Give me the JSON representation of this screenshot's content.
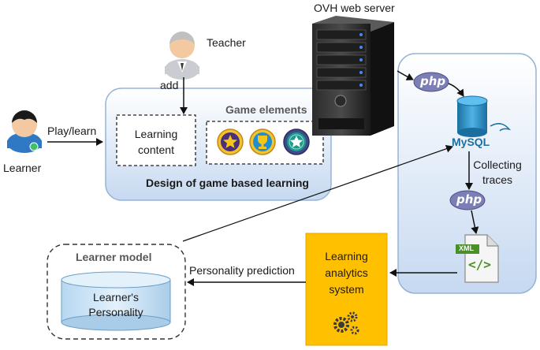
{
  "server_label": "OVH web server",
  "teacher": {
    "label": "Teacher",
    "action": "add"
  },
  "learner": {
    "label": "Learner",
    "action": "Play/learn"
  },
  "design": {
    "title": "Design of game based learning",
    "content_label": "Learning content",
    "game_elements_label": "Game elements"
  },
  "server_panel": {
    "php_top": "php",
    "php_mid": "php",
    "mysql": "MySQL",
    "collecting": "Collecting traces",
    "xml": "XML",
    "xml_code": "</>"
  },
  "analytics": {
    "label": "Learning analytics system"
  },
  "learner_model": {
    "title": "Learner model",
    "personality": "Learner's Personality"
  },
  "prediction_label": "Personality prediction",
  "colors": {
    "panel_fill_top": "#ffffff",
    "panel_fill_bottom": "#c6d9f1",
    "panel_border": "#95b3d7",
    "php_badge": "#7b7fb5",
    "db_blue": "#2e8bc0",
    "analytics_fill": "#ffc000",
    "cylinder_fill": "#c6e0f5"
  }
}
